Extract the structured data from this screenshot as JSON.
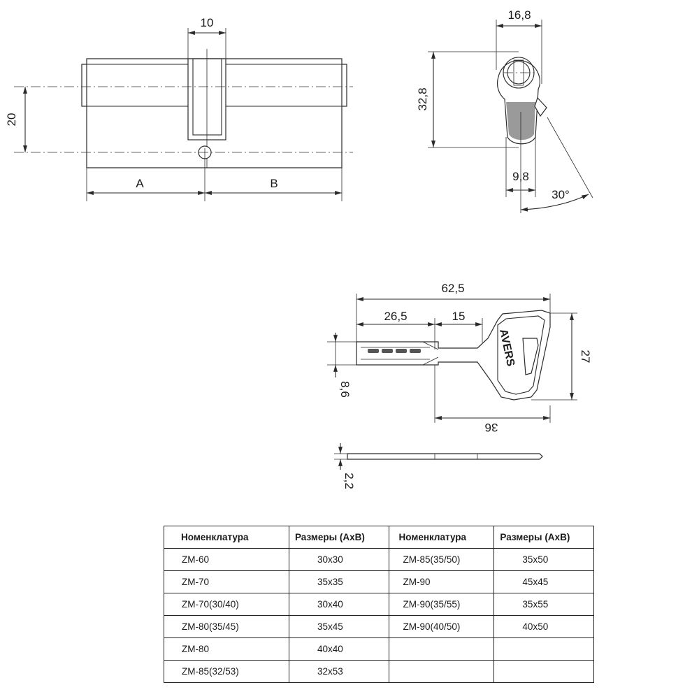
{
  "front_view": {
    "dim_top": "10",
    "dim_left": "20",
    "dim_a": "A",
    "dim_b": "B"
  },
  "side_view": {
    "dim_width": "16,8",
    "dim_height": "32,8",
    "dim_cam": "9,8",
    "dim_angle": "30°"
  },
  "key_view": {
    "dim_total": "62,5",
    "dim_blade": "26,5",
    "dim_shoulder": "15",
    "dim_head_height": "27",
    "dim_blade_height": "8,6",
    "dim_head_width": "36",
    "dim_thickness": "2,2",
    "brand_logo": "AVERS"
  },
  "table": {
    "headers": [
      "Номенклатура",
      "Размеры (AxB)",
      "Номенклатура",
      "Размеры (AxB)"
    ],
    "rows": [
      [
        "ZM-60",
        "30x30",
        "ZM-85(35/50)",
        "35x50"
      ],
      [
        "ZM-70",
        "35x35",
        "ZM-90",
        "45x45"
      ],
      [
        "ZM-70(30/40)",
        "30x40",
        "ZM-90(35/55)",
        "35x55"
      ],
      [
        "ZM-80(35/45)",
        "35x45",
        "ZM-90(40/50)",
        "40x50"
      ],
      [
        "ZM-80",
        "40x40",
        "",
        ""
      ],
      [
        "ZM-85(32/53)",
        "32x53",
        "",
        ""
      ]
    ]
  }
}
